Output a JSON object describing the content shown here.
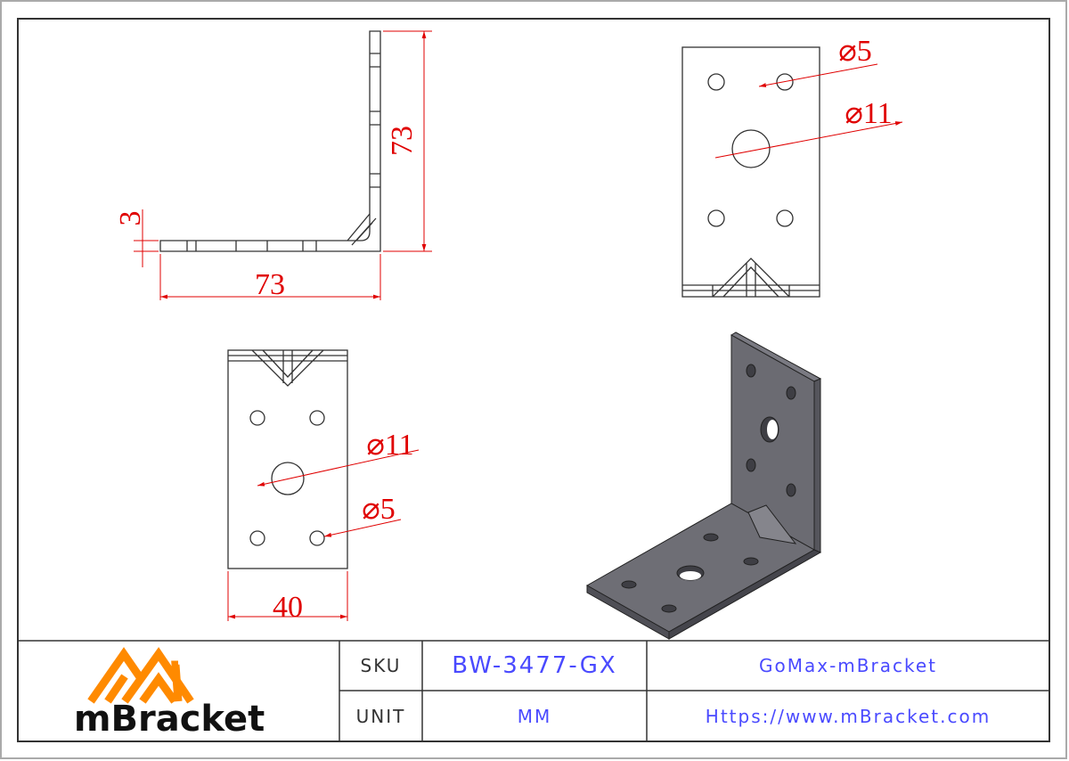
{
  "drawing": {
    "side_view": {
      "height_dim": "73",
      "length_dim": "73",
      "thickness_dim": "3"
    },
    "face_view_top": {
      "small_hole_dim": "⌀5",
      "large_hole_dim": "⌀11"
    },
    "face_view_bottom": {
      "small_hole_dim": "⌀5",
      "large_hole_dim": "⌀11",
      "width_dim": "40"
    },
    "dimension_color": "#e00000",
    "part_color": "#6b6b72"
  },
  "title_block": {
    "logo_text": "mBracket",
    "logo_color": "#ff8a00",
    "sku_label": "SKU",
    "sku_value": "BW-3477-GX",
    "unit_label": "UNIT",
    "unit_value": "MM",
    "product_name": "GoMax-mBracket",
    "website": "Https://www.mBracket.com"
  }
}
